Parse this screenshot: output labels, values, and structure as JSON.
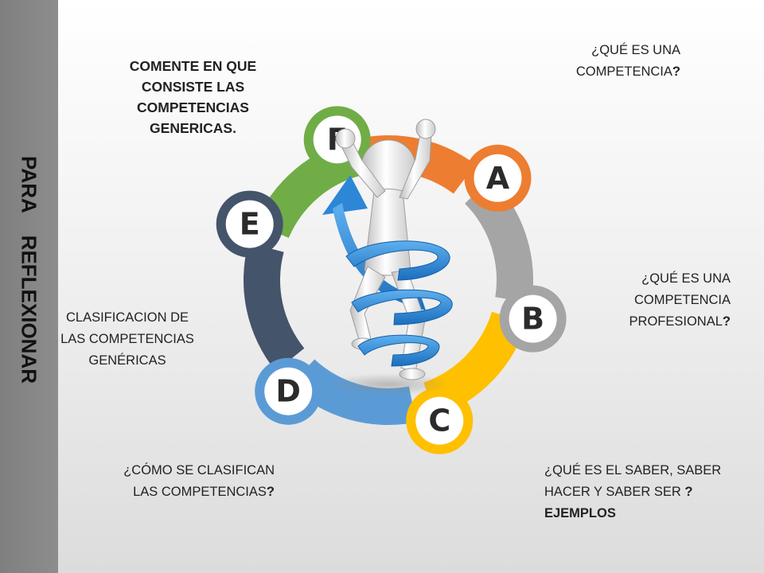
{
  "sidebar": {
    "title": "PARA    REFLEXIONAR"
  },
  "notes": {
    "top_left": "COMENTE EN QUE CONSISTE LAS COMPETENCIAS GENERICAS.",
    "a_text": "¿QUÉ ES UNA COMPETENCIA",
    "a_mark": "?",
    "b_text": "¿QUÉ ES UNA COMPETENCIA PROFESIONAL",
    "b_mark": "?",
    "c_text": "¿QUÉ ES EL SABER, SABER HACER Y SABER SER ",
    "c_mark": "? EJEMPLOS",
    "d_text": "¿CÓMO SE CLASIFICAN LAS COMPETENCIAS",
    "d_mark": "?",
    "e_text": "CLASIFICACION DE LAS COMPETENCIAS GENÉRICAS"
  },
  "cycle": {
    "segments": [
      {
        "letter": "A",
        "color": "#ed7d31"
      },
      {
        "letter": "B",
        "color": "#a5a5a5"
      },
      {
        "letter": "C",
        "color": "#ffc000"
      },
      {
        "letter": "D",
        "color": "#5b9bd5"
      },
      {
        "letter": "E",
        "color": "#44546a"
      },
      {
        "letter": "F",
        "color": "#70ad47"
      }
    ]
  },
  "colors": {
    "sidebar": "#858585",
    "spiral": "#2e86d6",
    "figure": "#e8e8e8"
  }
}
